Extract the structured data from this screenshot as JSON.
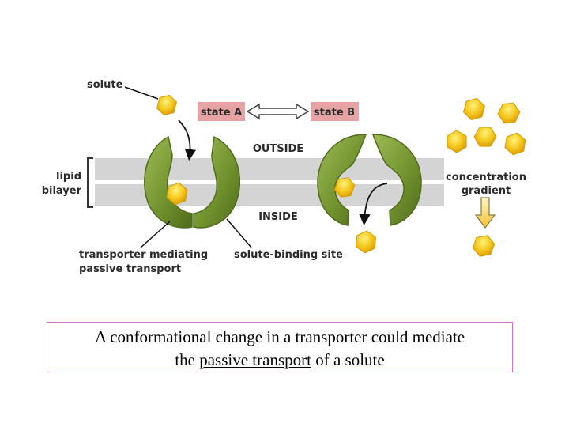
{
  "labels": {
    "solute": "solute",
    "state_a": "state A",
    "state_b": "state B",
    "outside": "OUTSIDE",
    "inside": "INSIDE",
    "lipid": "lipid",
    "bilayer": "bilayer",
    "concentration": "concentration",
    "gradient": "gradient",
    "transporter_line1": "transporter mediating",
    "transporter_line2": "passive transport",
    "solute_binding_site": "solute-binding site"
  },
  "caption": {
    "line1": "A conformational change in a transporter could mediate",
    "line2_pre": "the ",
    "line2_underlined": "passive transport",
    "line2_post": " of a solute"
  },
  "colors": {
    "membrane": "#d4d4d4",
    "transporter": "#7a9c36",
    "transporter_dark": "#4f6b1c",
    "solute": "#f2c21a",
    "state_box": "#e7a3a3",
    "caption_border": "#d070c8"
  }
}
